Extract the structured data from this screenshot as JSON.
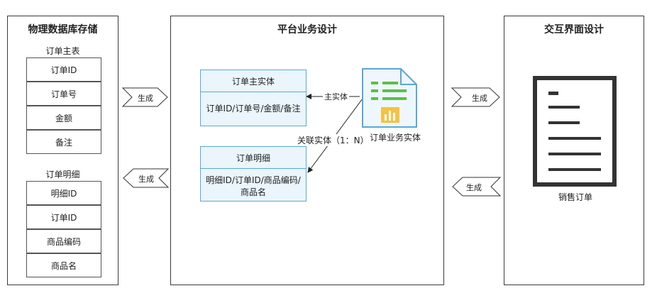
{
  "physical_storage": {
    "title": "物理数据库存储",
    "order_main_table": {
      "title": "订单主表",
      "fields": [
        "订单ID",
        "订单号",
        "金额",
        "备注"
      ]
    },
    "order_detail_table": {
      "title": "订单明细",
      "fields": [
        "明细ID",
        "订单ID",
        "商品编码",
        "商品名"
      ]
    }
  },
  "platform_design": {
    "title": "平台业务设计",
    "main_entity": {
      "title": "订单主实体",
      "fields_text": "订单ID/订单号/金额/备注"
    },
    "detail_entity": {
      "title": "订单明细",
      "fields_text": "明细ID/订单ID/商品编码/商品名"
    },
    "business_entity_label": "订单业务实体",
    "main_entity_link_label": "主实体",
    "related_entity_link_label": "关联实体（1：N）"
  },
  "ui_design": {
    "title": "交互界面设计",
    "document_label": "销售订单"
  },
  "flows": {
    "generate_label": "生成"
  },
  "colors": {
    "entity_border": "#5aa7d8",
    "entity_fill": "#eaf5fc",
    "icon_green": "#5cbf4a",
    "icon_yellow": "#f5c242"
  }
}
